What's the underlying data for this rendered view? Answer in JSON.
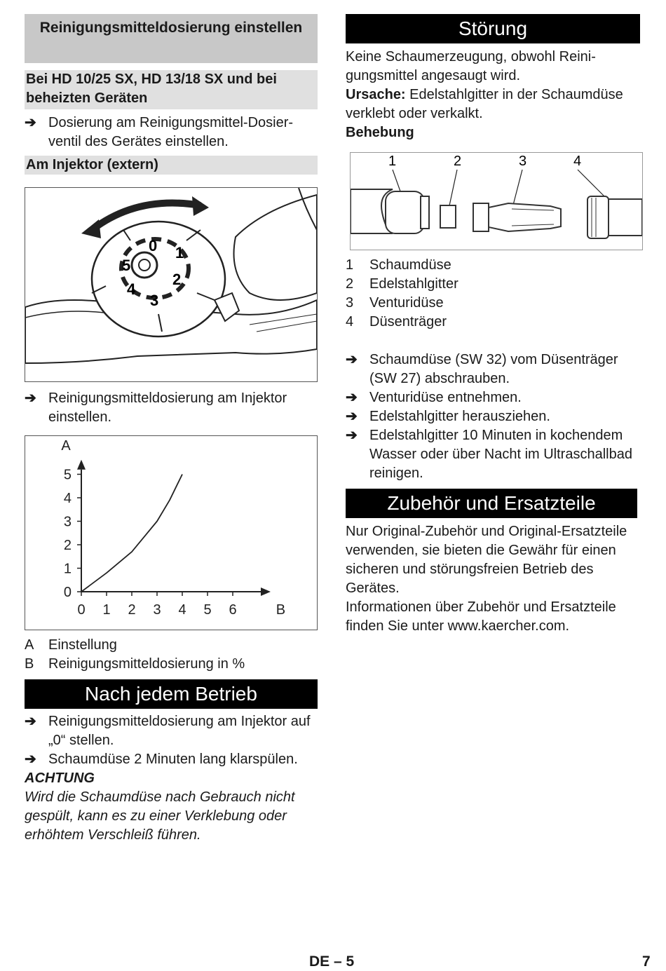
{
  "left": {
    "heading": "Reinigungsmitteldosierung einstellen",
    "subhead1": "Bei HD 10/25 SX, HD 13/18 SX und bei beheizten Geräten",
    "bullet1": "Dosierung am Reinigungsmittel-Dosier­ventil des Gerätes einstellen.",
    "subhead2": "Am Injektor (extern)",
    "dial_numbers": [
      "0",
      "1",
      "2",
      "3",
      "4",
      "5"
    ],
    "bullet2": "Reinigungsmitteldosierung am Injektor einstellen.",
    "legend": [
      {
        "key": "A",
        "text": "Einstellung"
      },
      {
        "key": "B",
        "text": "Reinigungsmitteldosierung in %"
      }
    ],
    "heading2": "Nach jedem Betrieb",
    "bullets3": [
      "Reinigungsmitteldosierung am Injektor auf „0“ stellen.",
      "Schaumdüse 2 Minuten lang klarspü­len."
    ],
    "warning_title": "ACHTUNG",
    "warning_text": "Wird die Schaumdüse nach Gebrauch nicht gespült, kann es zu einer Verklebung oder erhöhtem Verschleiß führen."
  },
  "chart_data": {
    "type": "line",
    "xlabel": "B",
    "ylabel": "A",
    "x_ticks": [
      "0",
      "1",
      "2",
      "3",
      "4",
      "5",
      "6"
    ],
    "y_ticks": [
      "0",
      "1",
      "2",
      "3",
      "4",
      "5"
    ],
    "xlim": [
      0,
      7.5
    ],
    "ylim": [
      0,
      5.5
    ],
    "grid": false,
    "series": [
      {
        "x": [
          0,
          1,
          2,
          3,
          3.5,
          4
        ],
        "y": [
          0,
          0.8,
          1.7,
          3.0,
          3.9,
          5.0
        ]
      }
    ]
  },
  "right": {
    "heading": "Störung",
    "para1": "Keine Schaumerzeugung, obwohl Reini­gungsmittel angesaugt wird.",
    "cause_label": "Ursache:",
    "cause_text": "Edelstahlgitter in der Schaumdü­se verklebt oder verkalkt.",
    "fix_label": "Behebung",
    "part_numbers": [
      "1",
      "2",
      "3",
      "4"
    ],
    "parts": [
      {
        "key": "1",
        "text": "Schaumdüse"
      },
      {
        "key": "2",
        "text": "Edelstahlgitter"
      },
      {
        "key": "3",
        "text": "Venturidüse"
      },
      {
        "key": "4",
        "text": "Düsenträger"
      }
    ],
    "steps": [
      "Schaumdüse (SW 32) vom Düsenträ­ger (SW 27) abschrauben.",
      "Venturidüse entnehmen.",
      "Edelstahlgitter herausziehen.",
      "Edelstahlgitter 10 Minuten in kochen­dem Wasser oder über Nacht im Ultra­schallbad reinigen."
    ],
    "heading2": "Zubehör und Ersatzteile",
    "para2": "Nur Original-Zubehör und Original-Ersatz­teile verwenden, sie bieten die Gewähr für einen sicheren und störungsfreien Betrieb des Gerätes.",
    "para3": "Informationen über Zubehör und Ersatztei­le finden Sie unter www.kaercher.com."
  },
  "footer": {
    "center": "DE – 5",
    "page": "7"
  },
  "arrow_glyph": "➔"
}
